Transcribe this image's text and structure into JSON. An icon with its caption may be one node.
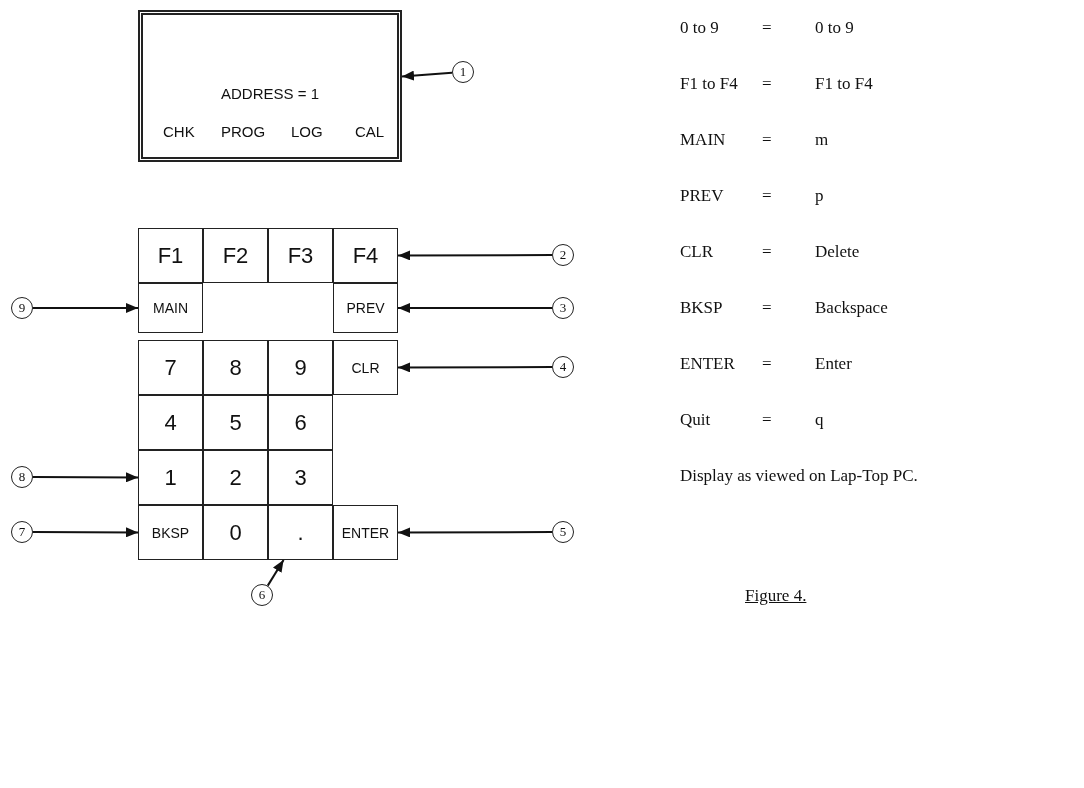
{
  "diagram": {
    "caption": "Figure 4.",
    "nodes": [
      {
        "text": [
          "ADDRESS = 1",
          "CHK",
          "PROG",
          "LOG",
          "CAL"
        ]
      },
      {
        "text": [
          "1"
        ]
      },
      {
        "text": [
          "F1"
        ]
      },
      {
        "text": [
          "F2"
        ]
      },
      {
        "text": [
          "F3"
        ]
      },
      {
        "text": [
          "F4"
        ]
      },
      {
        "text": [
          "2"
        ]
      },
      {
        "text": [
          "9"
        ]
      },
      {
        "text": [
          "MAIN"
        ]
      },
      {
        "text": [
          "PREV"
        ]
      },
      {
        "text": [
          "3"
        ]
      },
      {
        "text": [
          "7"
        ]
      },
      {
        "text": [
          "8"
        ]
      },
      {
        "text": [
          "9"
        ]
      },
      {
        "text": [
          "CLR"
        ]
      },
      {
        "text": [
          "4"
        ]
      },
      {
        "text": [
          "4"
        ]
      },
      {
        "text": [
          "5"
        ]
      },
      {
        "text": [
          "6"
        ]
      },
      {
        "text": [
          "8"
        ]
      },
      {
        "text": [
          "1"
        ]
      },
      {
        "text": [
          "2"
        ]
      },
      {
        "text": [
          "3"
        ]
      },
      {
        "text": [
          "7"
        ]
      },
      {
        "text": [
          "BKSP"
        ]
      },
      {
        "text": [
          "0"
        ]
      },
      {
        "text": [
          "."
        ]
      },
      {
        "text": [
          "ENTER"
        ]
      },
      {
        "text": [
          "5"
        ]
      },
      {
        "text": [
          "6"
        ]
      }
    ],
    "edges": [
      {
        "from": 1,
        "to": 0,
        "arrow": "to"
      },
      {
        "from": 6,
        "to": 5,
        "arrow": "to"
      },
      {
        "from": 7,
        "to": 8,
        "arrow": "to"
      },
      {
        "from": 10,
        "to": 9,
        "arrow": "to"
      },
      {
        "from": 15,
        "to": 14,
        "arrow": "to"
      },
      {
        "from": 19,
        "to": 20,
        "arrow": "to"
      },
      {
        "from": 23,
        "to": 24,
        "arrow": "to"
      },
      {
        "from": 28,
        "to": 27,
        "arrow": "to"
      },
      {
        "from": 29,
        "to": 26,
        "arrow": "to"
      }
    ],
    "labels": [
      "0 to 9",
      "=",
      "0 to 9",
      "F1 to F4",
      "=",
      "F1 to F4",
      "MAIN",
      "=",
      "m",
      "PREV",
      "=",
      "p",
      "CLR",
      "=",
      "Delete",
      "BKSP",
      "=",
      "Backspace",
      "ENTER",
      "=",
      "Enter",
      "Quit",
      "=",
      "q",
      "Display as viewed on Lap-Top PC."
    ]
  }
}
